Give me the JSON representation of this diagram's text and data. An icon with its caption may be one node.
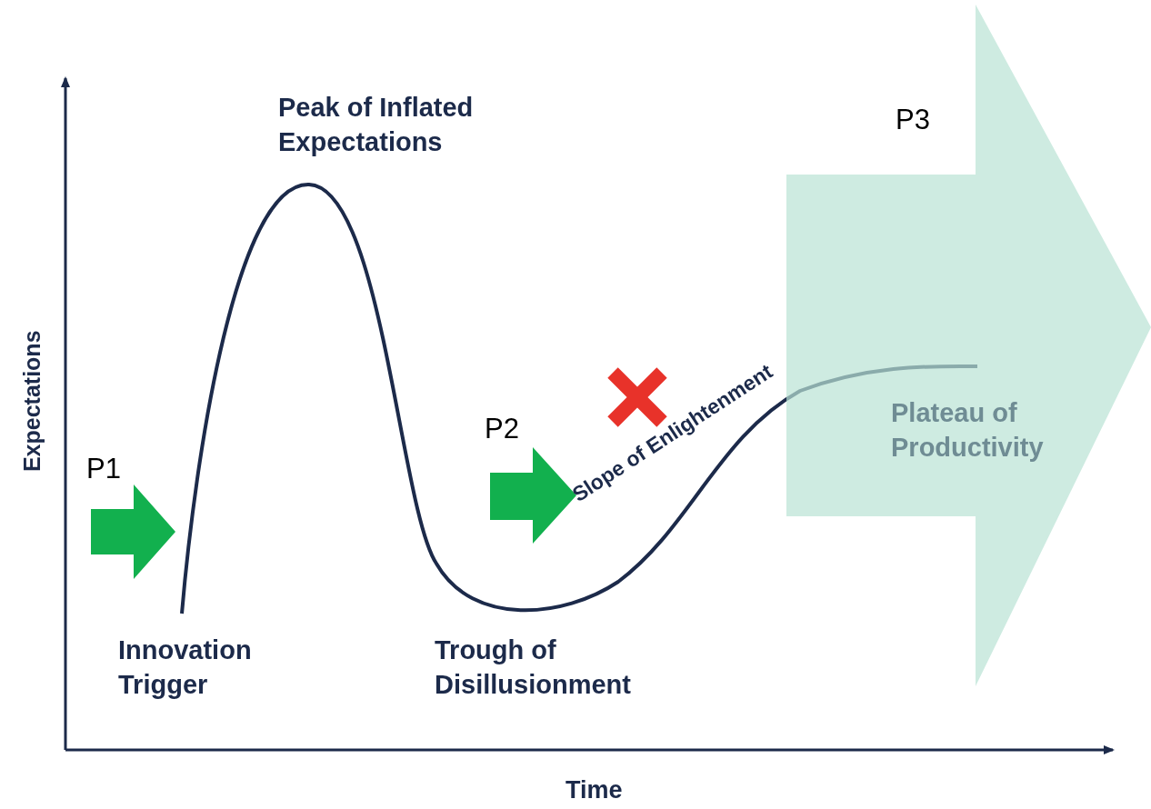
{
  "diagram": {
    "labels": [
      "Peak of Inflated Expectations",
      "P3",
      "Expectations",
      "P1",
      "P2",
      "Slope of Enlightenment",
      "Plateau of Productivity",
      "Innovation Trigger",
      "Trough of Disillusionment",
      "Time"
    ]
  }
}
